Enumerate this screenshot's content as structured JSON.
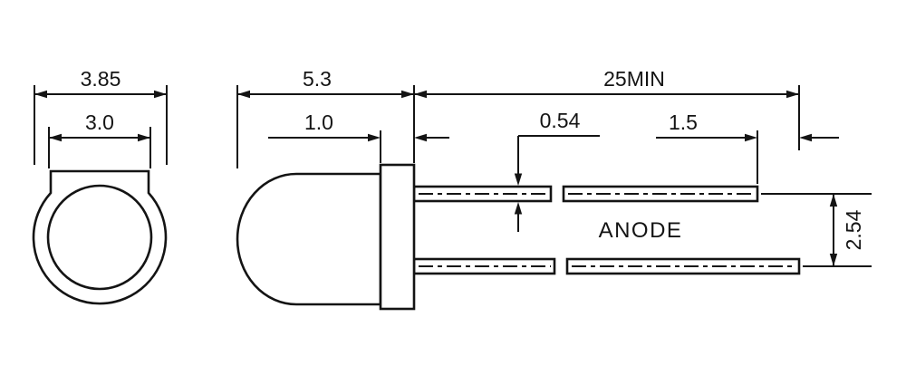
{
  "labels": {
    "front_view": {
      "outer_diameter": "3.85",
      "lens_diameter": "3.0"
    },
    "side_view": {
      "body_length": "5.3",
      "flange_thickness": "1.0"
    },
    "leads": {
      "lead_length_min": "25MIN",
      "lead_thickness": "0.54",
      "lead_end_offset": "1.5",
      "lead_pitch": "2.54",
      "anode": "ANODE"
    }
  },
  "colors": {
    "line": "#141414",
    "background": "#ffffff"
  }
}
